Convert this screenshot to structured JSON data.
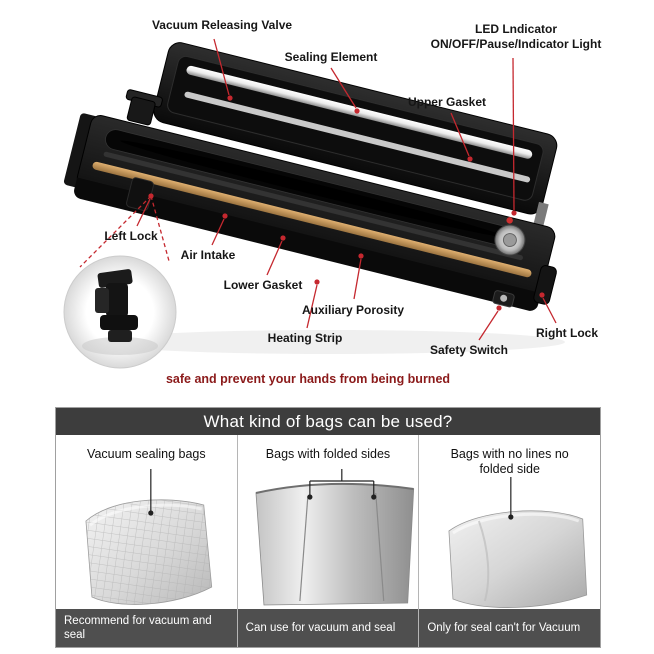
{
  "product": {
    "labels": {
      "vacuum_releasing_valve": "Vacuum Releasing Valve",
      "sealing_element": "Sealing Element",
      "led_indicator_line1": "LED Lndicator",
      "led_indicator_line2": "ON/OFF/Pause/Indicator Light",
      "upper_gasket": "Upper Gasket",
      "left_lock": "Left Lock",
      "air_intake": "Air Intake",
      "lower_gasket": "Lower Gasket",
      "auxiliary_porosity": "Auxiliary Porosity",
      "heating_strip": "Heating Strip",
      "safety_switch": "Safety Switch",
      "right_lock": "Right Lock"
    },
    "warning": "safe and prevent your hands from being burned"
  },
  "bags": {
    "title": "What kind of bags can be used?",
    "columns": [
      {
        "label": "Vacuum sealing bags",
        "caption": "Recommend for vacuum and seal"
      },
      {
        "label": "Bags with folded sides",
        "caption": "Can use for vacuum and seal"
      },
      {
        "label": "Bags with no lines no folded side",
        "caption": "Only for seal can't for Vacuum"
      }
    ]
  },
  "colors": {
    "leader_red": "#c5282f",
    "warning_red": "#8b1a1a",
    "header_bg": "#3d3d3d",
    "caption_bg": "#4f4f4f"
  }
}
